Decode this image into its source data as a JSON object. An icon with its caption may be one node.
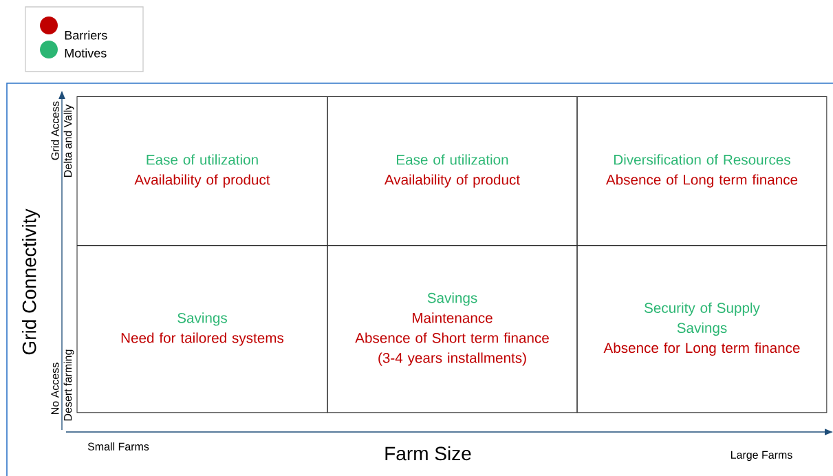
{
  "diagram": {
    "nodes": [
      {
        "text": [
          "Ease of utilization",
          "Availability of product"
        ]
      },
      {
        "text": [
          "Ease of utilization",
          "Availability of product"
        ]
      },
      {
        "text": [
          "Diversification of Resources",
          "Absence of Long term finance"
        ]
      },
      {
        "text": [
          "Savings",
          "Need for tailored systems"
        ]
      },
      {
        "text": [
          "Savings",
          "Maintenance",
          "Absence of Short term finance (3-4 years installments)"
        ]
      },
      {
        "text": [
          "Security of Supply",
          "Savings",
          "Absence for Long term finance"
        ]
      }
    ],
    "labels": [
      "Grid Access",
      "Delta and Vally",
      "Grid Connectivity",
      "No Access",
      "Desert farming",
      "Small Farms",
      "Farm Size",
      "Large Farms"
    ],
    "legend": [
      {
        "text": "Barriers",
        "color": "#c00000"
      },
      {
        "text": "Motives",
        "color": "#2bb673"
      }
    ]
  }
}
